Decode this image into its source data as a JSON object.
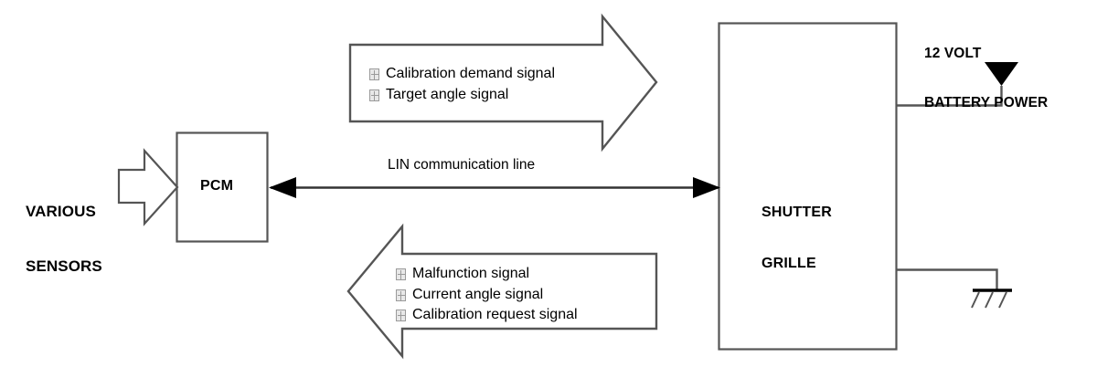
{
  "diagram": {
    "title": "Shutter Grille Communication Block Diagram",
    "stroke_color": "#555555",
    "accent_color": "#000000",
    "background": "#ffffff"
  },
  "nodes": {
    "pcm": {
      "label": "PCM"
    },
    "shutter_grille": {
      "label_line1": "SHUTTER",
      "label_line2": "GRILLE"
    },
    "various_sensors": {
      "label_line1": "VARIOUS",
      "label_line2": "SENSORS"
    },
    "battery": {
      "label_line1": "12 VOLT",
      "label_line2": "BATTERY POWER"
    },
    "ground": {
      "label": ""
    }
  },
  "connections": {
    "lin": {
      "label": "LIN communication line"
    }
  },
  "signal_flows": {
    "pcm_to_shutter": {
      "direction": "right",
      "items": [
        "Calibration demand signal",
        "Target angle signal"
      ]
    },
    "shutter_to_pcm": {
      "direction": "left",
      "items": [
        "Malfunction signal",
        "Current angle signal",
        "Calibration request signal"
      ]
    }
  },
  "bullet": {
    "glyph_name": "missing-glyph-box"
  }
}
